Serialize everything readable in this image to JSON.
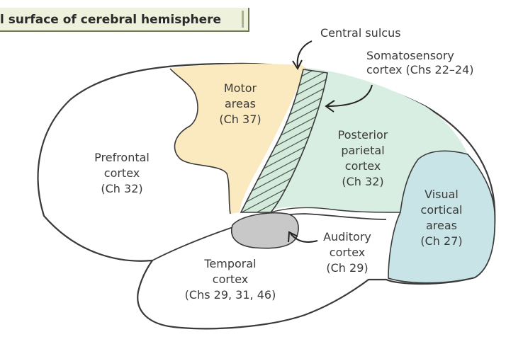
{
  "title": "l surface of cerebral hemisphere",
  "labels": {
    "central_sulcus": "Central sulcus",
    "somatosensory": [
      "Somatosensory",
      "cortex (Chs 22–24)"
    ],
    "motor": [
      "Motor",
      "areas",
      "(Ch 37)"
    ],
    "prefrontal": [
      "Prefrontal",
      "cortex",
      "(Ch 32)"
    ],
    "posterior_parietal": [
      "Posterior",
      "parietal",
      "cortex",
      "(Ch 32)"
    ],
    "visual": [
      "Visual",
      "cortical",
      "areas",
      "(Ch 27)"
    ],
    "auditory": [
      "Auditory",
      "cortex",
      "(Ch 29)"
    ],
    "temporal": [
      "Temporal",
      "cortex",
      "(Chs 29, 31, 46)"
    ]
  },
  "colors": {
    "motor_fill": "#fbeac0",
    "somatosensory_fill": "#d4eadb",
    "parietal_fill": "#d9eee2",
    "visual_fill": "#c8e4e6",
    "auditory_fill": "#c8c8c8",
    "outline": "#3a3a3a",
    "title_bg": "#eef2dc"
  }
}
